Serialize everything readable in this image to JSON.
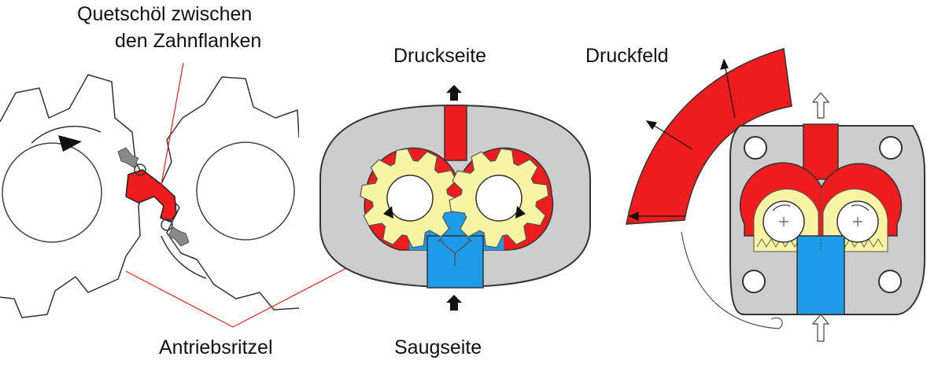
{
  "labels": {
    "quetschoel_line1": "Quetschöl zwischen",
    "quetschoel_line2": "den Zahnflanken",
    "druckseite": "Druckseite",
    "saugseite": "Saugseite",
    "antriebsritzel": "Antriebsritzel",
    "druckfeld": "Druckfeld"
  },
  "colors": {
    "pressure_red": "#ee1c1c",
    "suction_blue": "#1e9be8",
    "gear_yellow": "#f7f4a4",
    "housing_gray": "#cdcdcd",
    "outline": "#333333"
  },
  "icons": [
    "arrow-up-icon",
    "outline-arrow-up-icon",
    "rotation-arrow-icon"
  ]
}
